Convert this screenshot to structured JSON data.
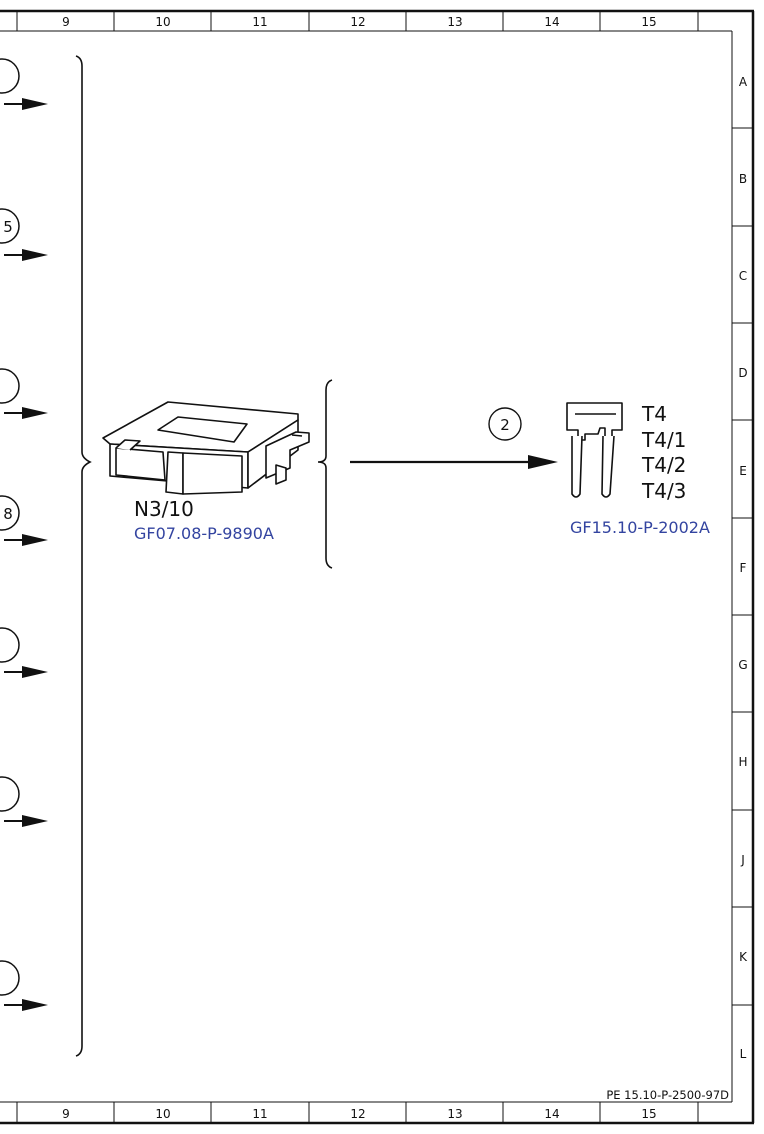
{
  "grid": {
    "columns": [
      "9",
      "10",
      "11",
      "12",
      "13",
      "14",
      "15"
    ],
    "rows": [
      "A",
      "B",
      "C",
      "D",
      "E",
      "F",
      "G",
      "H",
      "J",
      "K",
      "L"
    ]
  },
  "component": {
    "name": "N3/10",
    "ref": "GF07.08-P-9890A"
  },
  "connector_ref": {
    "circle": "2",
    "ref": "GF15.10-P-2002A",
    "pins": [
      "T4",
      "T4/1",
      "T4/2",
      "T4/3"
    ]
  },
  "left_markers": [
    "",
    "5",
    "",
    "8",
    "",
    "",
    ""
  ],
  "doc_number": "PE 15.10-P-2500-97D"
}
